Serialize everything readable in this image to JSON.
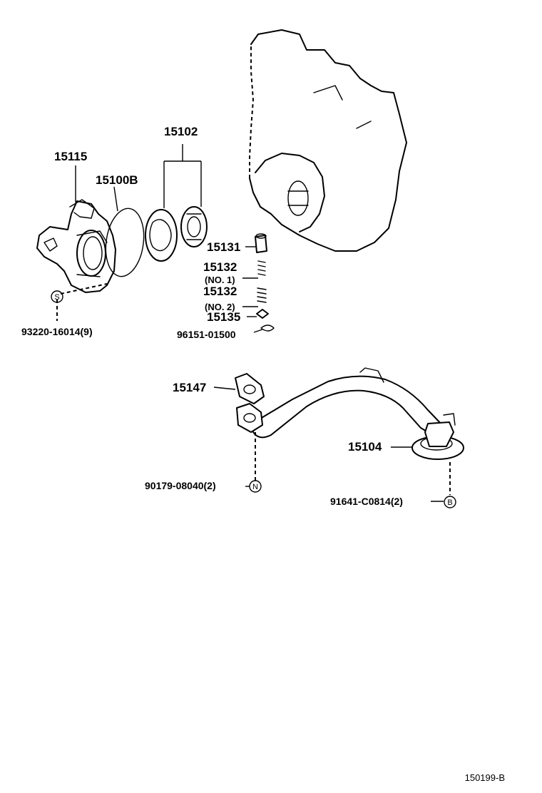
{
  "parts": {
    "p15102": "15102",
    "p15115": "15115",
    "p15100B": "15100B",
    "p15131": "15131",
    "p15132a": "15132",
    "p15132a_sub": "(NO. 1)",
    "p15132b": "15132",
    "p15132b_sub": "(NO. 2)",
    "p15135": "15135",
    "p96151": "96151-01500",
    "p93220": "93220-16014(9)",
    "p15147": "15147",
    "p15104": "15104",
    "p90179": "90179-08040(2)",
    "p91641": "91641-C0814(2)"
  },
  "markers": {
    "s": "S",
    "n": "N",
    "b": "B"
  },
  "diagram_code": "150199-B"
}
